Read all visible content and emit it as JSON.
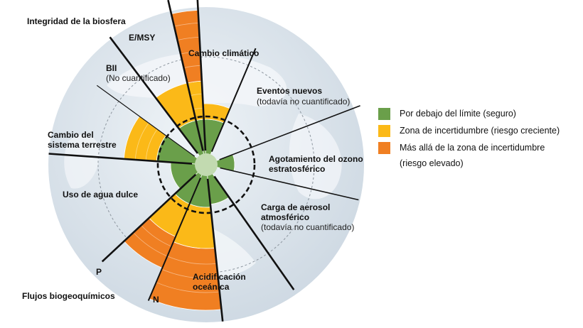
{
  "colors": {
    "safe": "#6a9f4a",
    "uncertainty": "#fbb918",
    "high_risk": "#f07f22",
    "globe": "#dde6ee",
    "land": "#f4f6f8"
  },
  "labels": {
    "biosphere": "Integridad de la biosfera",
    "emsy": "E/MSY",
    "bii": "BII",
    "bii_note": "(No cuantificado)",
    "climate": "Cambio climático",
    "novel": "Eventos nuevos",
    "novel_note": "(todavía no cuantificado)",
    "ozone_1": "Agotamiento del ozono",
    "ozone_2": "estratosférico",
    "aerosol_1": "Carga de aerosol",
    "aerosol_2": "atmosférico",
    "aerosol_note": "(todavía no cuantificado)",
    "ocean_1": "Acidificación",
    "ocean_2": "oceánica",
    "biogeo": "Flujos biogeoquímicos",
    "p": "P",
    "n": "N",
    "freshwater": "Uso de agua dulce",
    "land_1": "Cambio del",
    "land_2": "sistema terrestre"
  },
  "legend": {
    "safe": "Por debajo del límite (seguro)",
    "uncertainty": "Zona de incertidumbre (riesgo creciente)",
    "high_risk_1": "Más allá de la zona de incertidumbre",
    "high_risk_2": "(riesgo elevado)"
  }
}
